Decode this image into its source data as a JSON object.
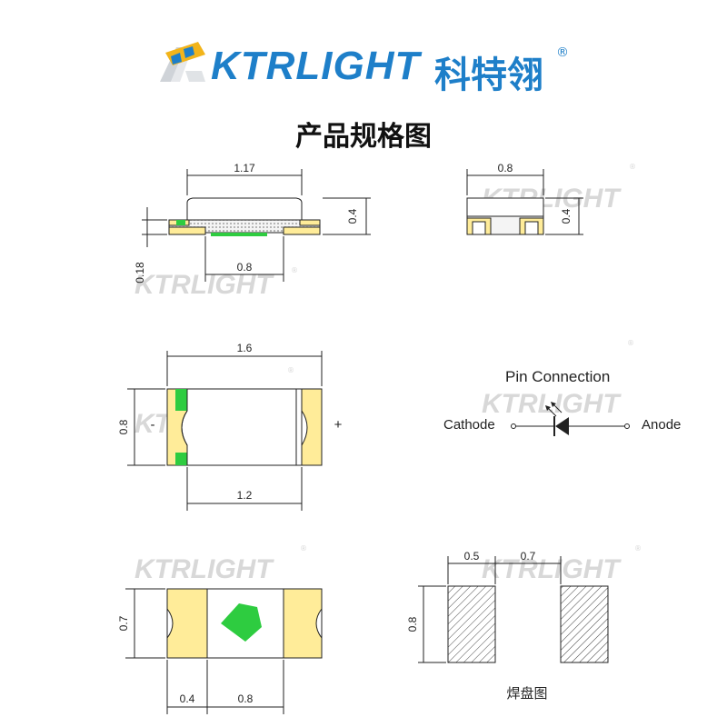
{
  "brand": {
    "name_en": "KTRLIGHT",
    "name_cn": "科特翎",
    "registered": "®",
    "color": "#1e7fc9",
    "accent": "#f2b41a",
    "icon": "ktr-logo-icon"
  },
  "title": "产品规格图",
  "watermark": {
    "text": "KTRLIGHT",
    "registered": "®"
  },
  "side_view": {
    "top_width": "1.17",
    "height": "0.4",
    "pad_height": "0.18",
    "bottom_width": "0.8"
  },
  "end_view": {
    "width": "0.8",
    "height": "0.4"
  },
  "top_view": {
    "length": "1.6",
    "width": "0.8",
    "inner_length": "1.2",
    "minus": "-",
    "plus": "+"
  },
  "pin_connection": {
    "heading": "Pin Connection",
    "cathode": "Cathode",
    "anode": "Anode",
    "symbol": "led-diode-icon"
  },
  "bottom_view": {
    "width": "0.7",
    "pad_length": "0.4",
    "gap": "0.8",
    "chip_color": "#2ecc40"
  },
  "solder_pad": {
    "pad_width": "0.5",
    "gap": "0.7",
    "height": "0.8",
    "caption": "焊盘图"
  },
  "colors": {
    "pad_yellow": "#ffec99",
    "chip_green": "#2ecc40",
    "line": "#222222",
    "watermark": "#d8d8d8"
  }
}
